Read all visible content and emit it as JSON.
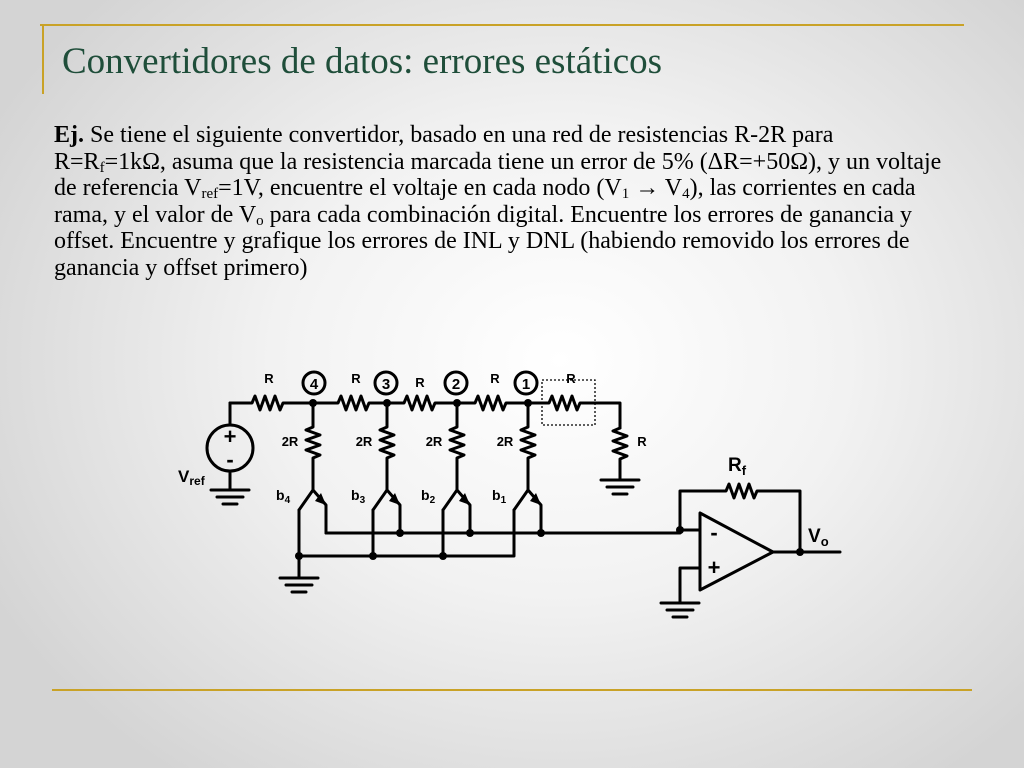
{
  "slide": {
    "title": "Convertidores de datos: errores estáticos",
    "problem": {
      "label": "Ej.",
      "t1": " Se tiene el siguiente convertidor, basado en una red de resistencias R-2R para R=R",
      "s1": "f",
      "t2": "=1kΩ, asuma que la resistencia marcada tiene un error de 5% (ΔR=+50Ω), y un voltaje de referencia V",
      "s2": "ref",
      "t3": "=1V, encuentre el voltaje en cada nodo (V",
      "s3": "1",
      "t4": " → V",
      "s4": "4",
      "t5": "), las corrientes en cada rama, y el valor de V",
      "s5": "o",
      "t6": " para cada combinación digital. Encuentre los errores de ganancia y offset. Encuentre y grafique los errores de INL y DNL (habiendo removido los errores de ganancia y offset primero)"
    }
  },
  "circuit": {
    "series_resistors": [
      "R",
      "R",
      "R",
      "R",
      "R"
    ],
    "shunt_resistors": [
      "2R",
      "2R",
      "2R",
      "2R"
    ],
    "termination_resistor": "R",
    "nodes": [
      "4",
      "3",
      "2",
      "1"
    ],
    "switches": [
      {
        "letter": "b",
        "sub": "4"
      },
      {
        "letter": "b",
        "sub": "3"
      },
      {
        "letter": "b",
        "sub": "2"
      },
      {
        "letter": "b",
        "sub": "1"
      }
    ],
    "source": {
      "plus": "+",
      "minus": "-",
      "letter": "V",
      "sub": "ref"
    },
    "feedback": {
      "letter": "R",
      "sub": "f"
    },
    "opamp": {
      "minus": "-",
      "plus": "+"
    },
    "output": {
      "letter": "V",
      "sub": "o"
    }
  }
}
